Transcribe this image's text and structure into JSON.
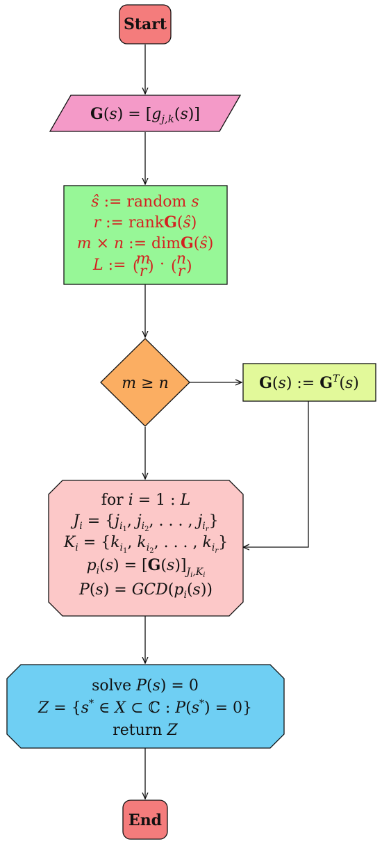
{
  "start": {
    "label": "Start"
  },
  "end": {
    "label": "End"
  },
  "input": {
    "text": "G(s) = [g_{j,k}(s)]"
  },
  "init": {
    "line1": "ŝ := random s",
    "line2": "r := rankG(ŝ)",
    "line3": "m × n := dimG(ŝ)",
    "line4": "L := (m r)·(n r)"
  },
  "decision": {
    "text": "m ≥ n"
  },
  "transpose": {
    "text": "G(s) := Gᵀ(s)"
  },
  "loop": {
    "line1": "for i = 1 : L",
    "line2": "Jᵢ = {j_{i1}, j_{i2}, ..., j_{ir}}",
    "line3": "Kᵢ = {k_{i1}, k_{i2}, ..., k_{ir}}",
    "line4": "pᵢ(s) = [G(s)]_{Jᵢ,Kᵢ}",
    "line5": "P(s) = GCD(pᵢ(s))"
  },
  "solve": {
    "line1": "solve P(s) = 0",
    "line2": "Z = {s* ∈ X ⊂ ℂ : P(s*) = 0}",
    "line3": "return Z"
  },
  "colors": {
    "start_end": "#f47c7c",
    "input": "#f49ac8",
    "init": "#97f797",
    "decision": "#fbae62",
    "transpose": "#e2f99a",
    "loop": "#fcc8c8",
    "solve": "#6fcff3",
    "init_text": "#d42020"
  }
}
